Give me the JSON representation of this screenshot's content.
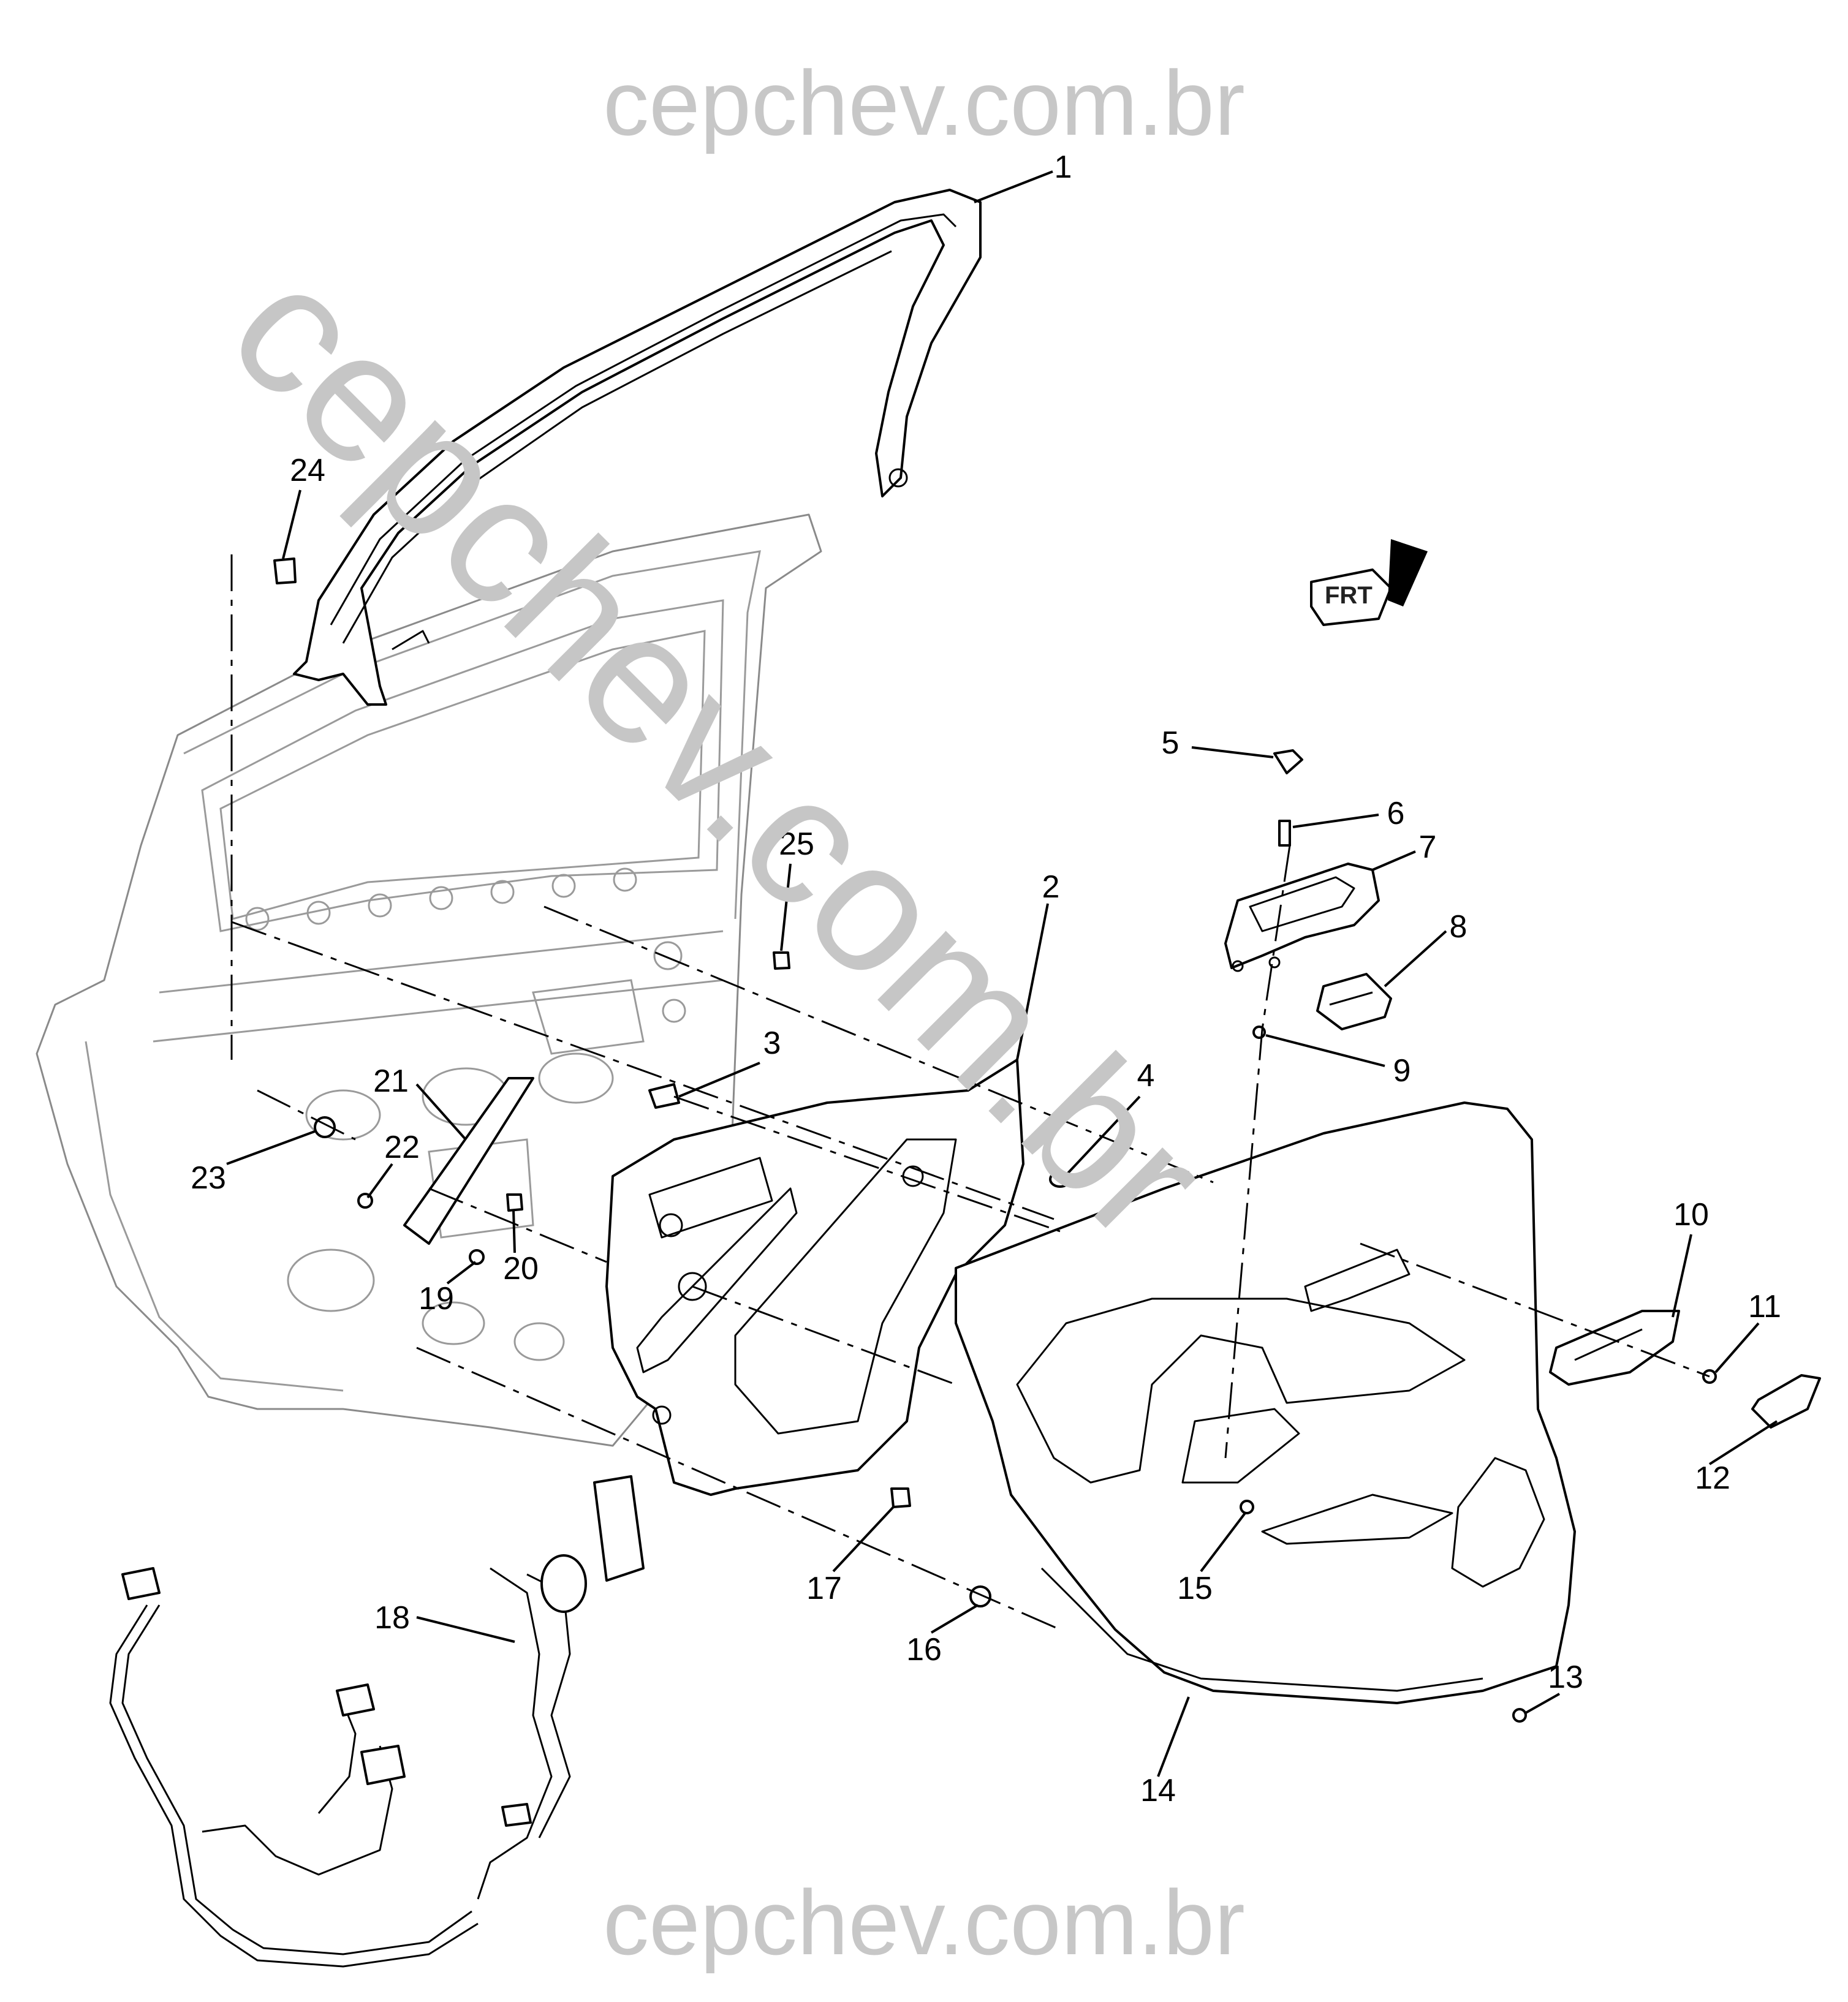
{
  "watermark": {
    "top_text": "cepchev.com.br",
    "bottom_text": "cepchev.com.br",
    "diagonal_text": "cepchev.com.br"
  },
  "direction_indicator": {
    "label": "FRT"
  },
  "parts": [
    {
      "number": "1"
    },
    {
      "number": "2"
    },
    {
      "number": "3"
    },
    {
      "number": "4"
    },
    {
      "number": "5"
    },
    {
      "number": "6"
    },
    {
      "number": "7"
    },
    {
      "number": "8"
    },
    {
      "number": "9"
    },
    {
      "number": "10"
    },
    {
      "number": "11"
    },
    {
      "number": "12"
    },
    {
      "number": "13"
    },
    {
      "number": "14"
    },
    {
      "number": "15"
    },
    {
      "number": "16"
    },
    {
      "number": "17"
    },
    {
      "number": "18"
    },
    {
      "number": "19"
    },
    {
      "number": "20"
    },
    {
      "number": "21"
    },
    {
      "number": "22"
    },
    {
      "number": "23"
    },
    {
      "number": "24"
    },
    {
      "number": "25"
    }
  ]
}
